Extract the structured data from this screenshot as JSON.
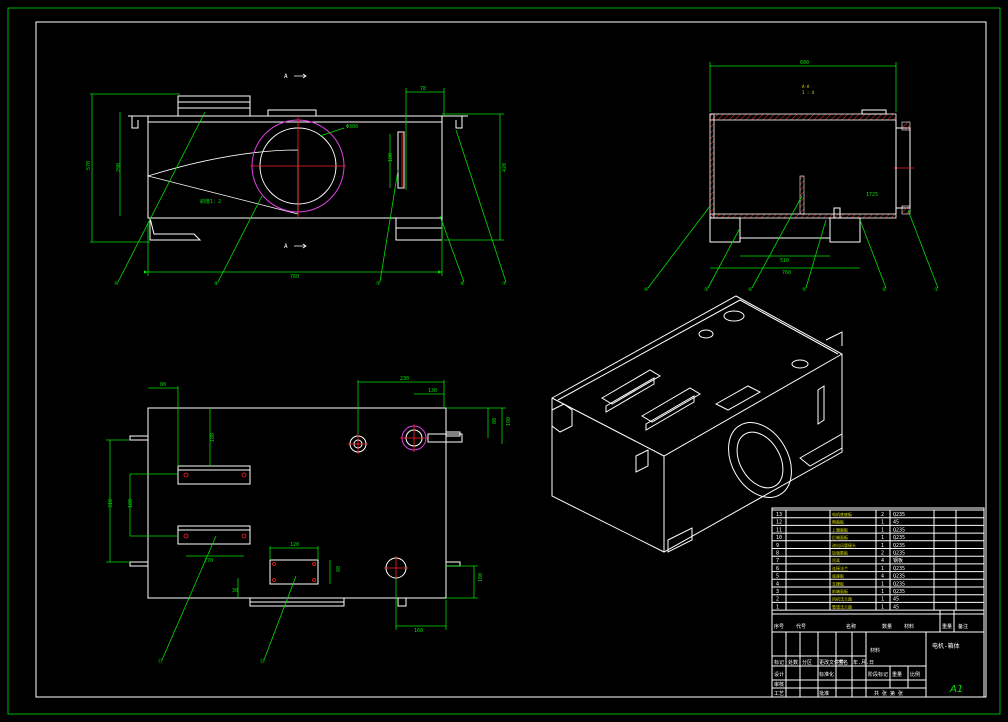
{
  "drawing": {
    "sheet_size": "A1",
    "section_mark": "A",
    "section_label": "A-A",
    "section_scale": "1 : 4",
    "colors": {
      "background": "#000000",
      "outline": "#ffffff",
      "dimension": "#00e000",
      "centerline": "#ff2020",
      "hidden": "#e040e0"
    }
  },
  "front_view": {
    "dims": {
      "width": "760",
      "height": "570",
      "inner_height": "290",
      "right_height": "420",
      "hole": "Φ300",
      "slot_w": "78",
      "slot_h": "180"
    },
    "note": "斜度1：2",
    "balloons": [
      "⑩",
      "⑨",
      "⑤",
      "⑧",
      "⑦"
    ]
  },
  "side_view": {
    "dims": {
      "top": "600",
      "bottom": "510",
      "bottom_total": "760",
      "pipe": "1725"
    },
    "balloons": [
      "④",
      "③",
      "⑥",
      "⑤",
      "②",
      "①"
    ]
  },
  "top_view": {
    "dims": {
      "left_top": "80",
      "left_h1": "180",
      "left_h2": "310",
      "left_h3": "180",
      "bar_w": "270",
      "top_w": "230",
      "top_w2": "130",
      "right_h": "80",
      "right_h2": "190",
      "cover_w": "120",
      "cover_h": "80",
      "cover_off": "30",
      "bottom_h": "180",
      "bottom_w": "160"
    },
    "balloons": [
      "⑪",
      "⑬"
    ]
  },
  "title_block": {
    "bom_rows": [
      {
        "no": "13",
        "name": "电机底座板",
        "qty": "2",
        "mat": "Q235"
      },
      {
        "no": "12",
        "name": "侧面板",
        "qty": "1",
        "mat": "45"
      },
      {
        "no": "11",
        "name": "上端面板",
        "qty": "1",
        "mat": "Q235"
      },
      {
        "no": "10",
        "name": "后端面板",
        "qty": "1",
        "mat": "Q235"
      },
      {
        "no": "9",
        "name": "进出风管接头",
        "qty": "1",
        "mat": "Q235"
      },
      {
        "no": "8",
        "name": "加强筋板",
        "qty": "2",
        "mat": "Q235"
      },
      {
        "no": "7",
        "name": "吊耳",
        "qty": "4",
        "mat": "钢板"
      },
      {
        "no": "6",
        "name": "连接法兰",
        "qty": "1",
        "mat": "Q235"
      },
      {
        "no": "5",
        "name": "底座板",
        "qty": "4",
        "mat": "Q235"
      },
      {
        "no": "4",
        "name": "支撑板",
        "qty": "1",
        "mat": "Q235"
      },
      {
        "no": "3",
        "name": "前端面板",
        "qty": "1",
        "mat": "Q235"
      },
      {
        "no": "2",
        "name": "风机法兰盘",
        "qty": "1",
        "mat": "45"
      },
      {
        "no": "1",
        "name": "管道法兰盘",
        "qty": "1",
        "mat": "45"
      }
    ],
    "header": {
      "no": "序号",
      "code": "代号",
      "name": "名称",
      "qty": "数量",
      "mat": "材料",
      "weight": "重量",
      "remark": "备注"
    },
    "drawing_title": "电机-箱体",
    "material": "材料",
    "labels": {
      "mark": "标记",
      "count": "处数",
      "zone": "分区",
      "doc": "更改文件号",
      "sign": "签名",
      "date": "年.月.日",
      "design": "设计",
      "std": "标准化",
      "stage": "阶段标记",
      "mass": "重量",
      "scale": "比例",
      "review": "审核",
      "process": "工艺",
      "approve": "批准",
      "sheets": "共 张 第 张"
    }
  }
}
